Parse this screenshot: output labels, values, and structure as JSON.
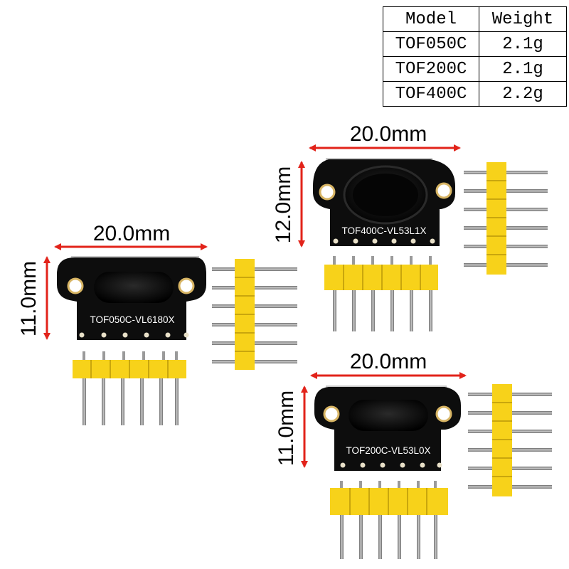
{
  "table": {
    "headers": [
      "Model",
      "Weight"
    ],
    "rows": [
      [
        "TOF050C",
        "2.1g"
      ],
      [
        "TOF200C",
        "2.1g"
      ],
      [
        "TOF400C",
        "2.2g"
      ]
    ]
  },
  "modules": {
    "tof050c": {
      "label": "TOF050C-VL6180X",
      "width": "20.0mm",
      "height": "11.0mm"
    },
    "tof400c": {
      "label": "TOF400C-VL53L1X",
      "width": "20.0mm",
      "height": "12.0mm"
    },
    "tof200c": {
      "label": "TOF200C-VL53L0X",
      "width": "20.0mm",
      "height": "11.0mm"
    }
  },
  "colors": {
    "dimension_arrow": "#e2231a",
    "pcb": "#0d0d0d",
    "header_plastic": "#f7d21a",
    "pin_metal": "#8c8c8c"
  }
}
